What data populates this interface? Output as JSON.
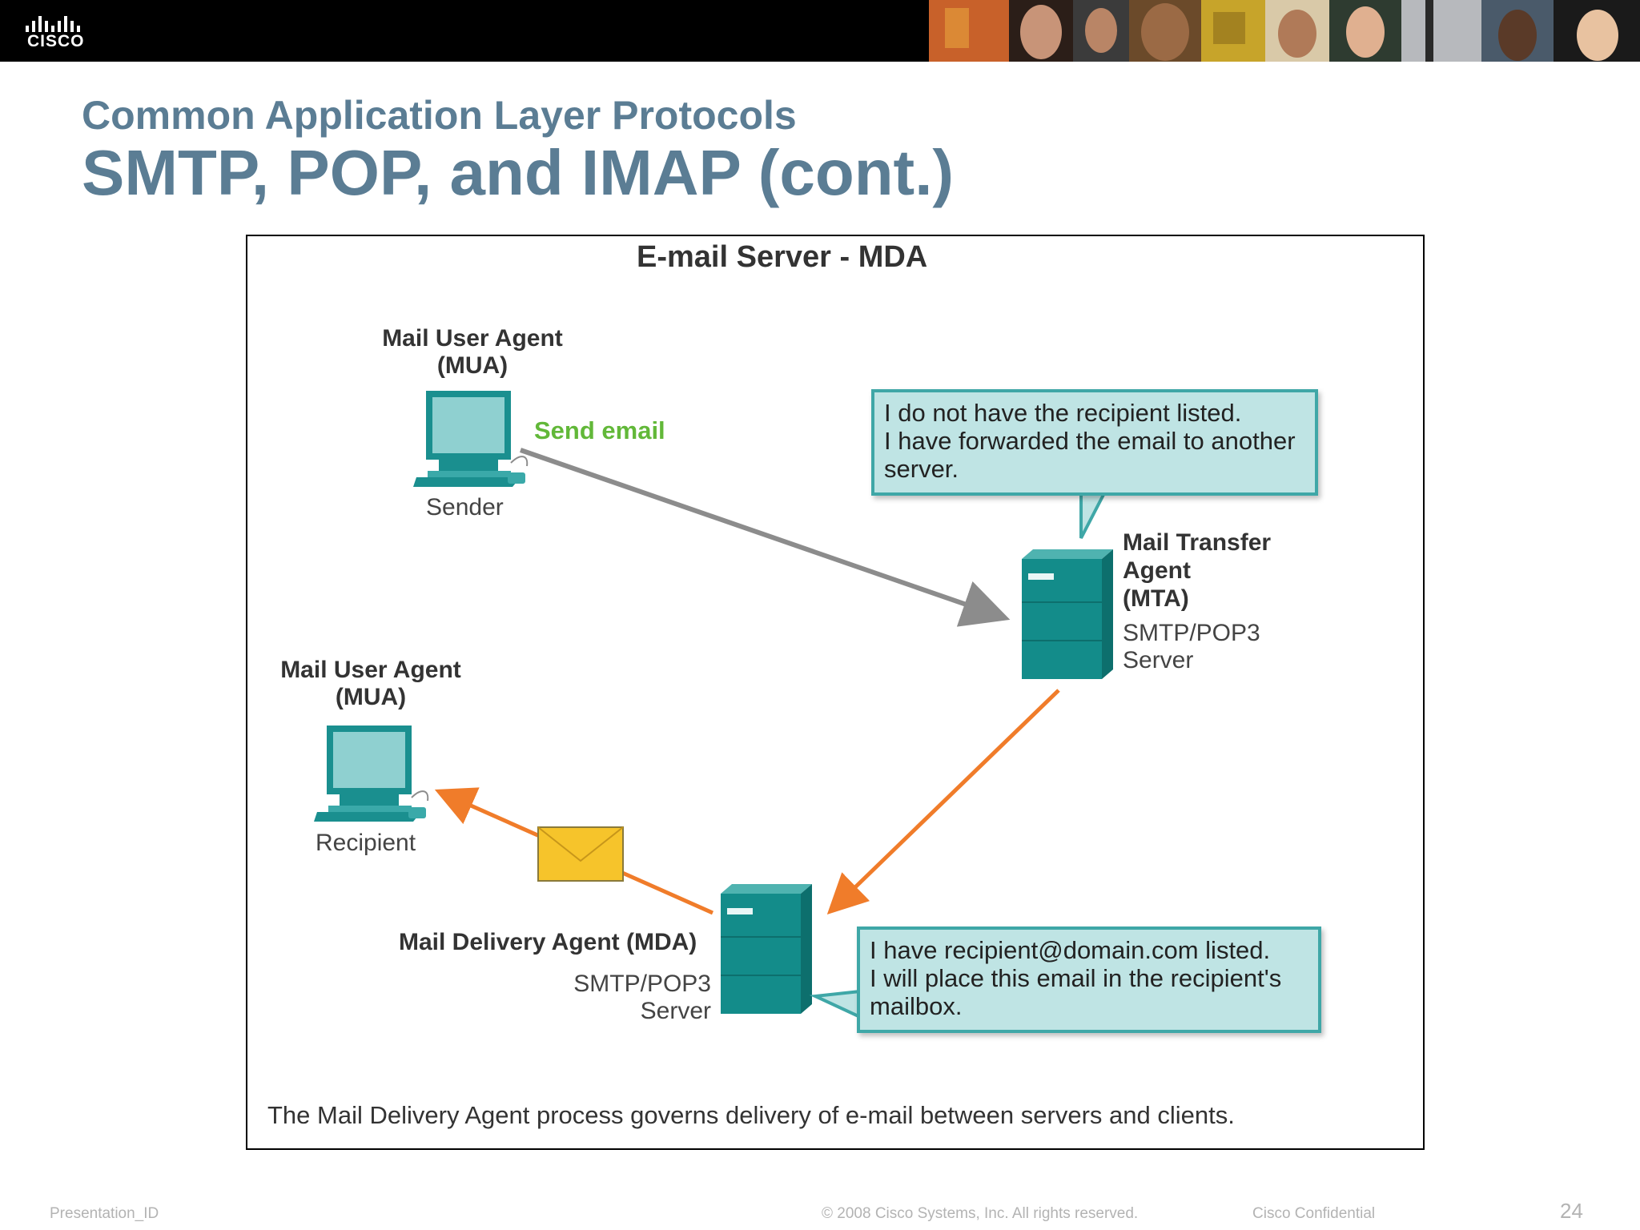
{
  "header": {
    "brand": "CISCO",
    "subtitle": "Common Application Layer Protocols",
    "title": "SMTP, POP, and IMAP (cont.)"
  },
  "diagram": {
    "title": "E-mail Server - MDA",
    "sender": {
      "role_line1": "Mail User Agent",
      "role_line2": "(MUA)",
      "name": "Sender"
    },
    "send_label": "Send email",
    "mta_bubble": [
      "I do not have the recipient listed.",
      "I have forwarded the email to another",
      "server."
    ],
    "mta": {
      "line1": "Mail Transfer",
      "line2": "Agent",
      "line3": "(MTA)",
      "type_line1": "SMTP/POP3",
      "type_line2": "Server"
    },
    "recipient": {
      "role_line1": "Mail User Agent",
      "role_line2": "(MUA)",
      "name": "Recipient"
    },
    "mda": {
      "name": "Mail Delivery Agent (MDA)",
      "type_line1": "SMTP/POP3",
      "type_line2": "Server"
    },
    "mda_bubble": [
      "I have recipient@domain.com listed.",
      "I will place this email in the recipient's",
      "mailbox."
    ],
    "caption": "The Mail Delivery Agent process governs delivery of e-mail between servers and clients.",
    "colors": {
      "server": "#138c8a",
      "computer": "#1a8f8f",
      "bubble_fill": "#bfe4e4",
      "bubble_border": "#3fa7a7",
      "orange_arrow": "#f07c2a",
      "gray_arrow": "#8c8c8c",
      "send_label": "#62b839",
      "title": "#5b7d94"
    }
  },
  "footer": {
    "presentation_id": "Presentation_ID",
    "copyright": "© 2008 Cisco Systems, Inc. All rights reserved.",
    "confidential": "Cisco Confidential",
    "page_number": "24"
  }
}
